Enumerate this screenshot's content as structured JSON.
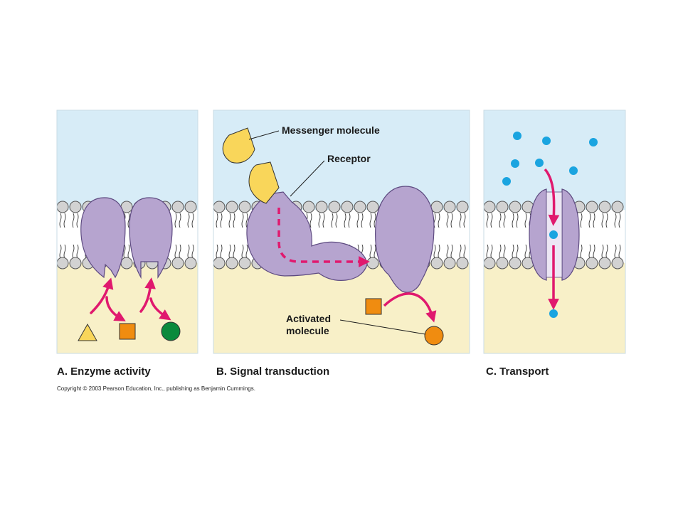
{
  "panels": [
    {
      "caption": "A. Enzyme activity"
    },
    {
      "caption": "B. Signal transduction",
      "labels": {
        "messenger": "Messenger molecule",
        "receptor": "Receptor",
        "activated_line1": "Activated",
        "activated_line2": "molecule"
      }
    },
    {
      "caption": "C. Transport"
    }
  ],
  "copyright": "Copyright © 2003 Pearson Education, Inc., publishing as Benjamin Cummings.",
  "colors": {
    "extracellular": "#d7ecf7",
    "cytoplasm": "#f8f0c8",
    "protein": "#b6a4cf",
    "protein_outline": "#5d4a80",
    "arrow": "#e0196e",
    "messenger": "#f9d65a",
    "orange": "#f08c10",
    "green": "#0a8a3c",
    "ion": "#1aa4e0"
  }
}
